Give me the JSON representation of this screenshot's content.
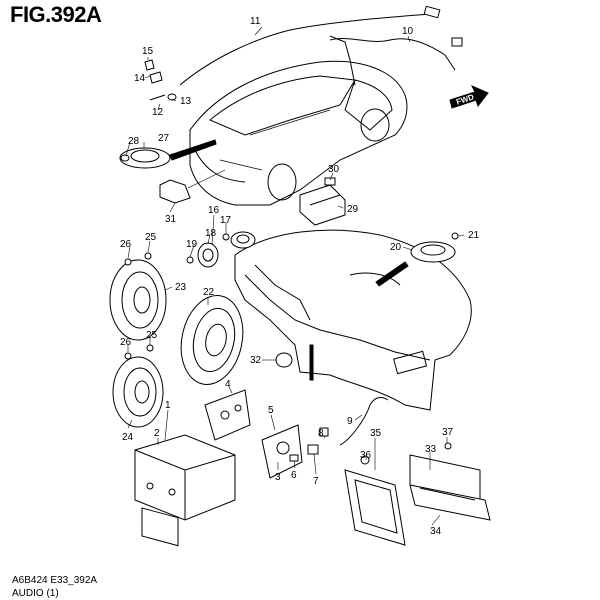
{
  "header": {
    "figure_title": "FIG.392A"
  },
  "footer": {
    "model_code": "A6B424 E33_392A",
    "subtitle": "AUDIO (1)"
  },
  "direction_badge": "FWD",
  "callouts": {
    "c1": "1",
    "c2": "2",
    "c3": "3",
    "c4": "4",
    "c5": "5",
    "c6": "6",
    "c7": "7",
    "c8": "8",
    "c9": "9",
    "c10": "10",
    "c11": "11",
    "c12": "12",
    "c13": "13",
    "c14": "14",
    "c15": "15",
    "c16": "16",
    "c17": "17",
    "c18": "18",
    "c19": "19",
    "c20": "20",
    "c21": "21",
    "c22": "22",
    "c23": "23",
    "c24": "24",
    "c25": "25",
    "c26": "26",
    "c27": "27",
    "c28": "28",
    "c29": "29",
    "c30": "30",
    "c31": "31",
    "c32": "32",
    "c33": "33",
    "c34": "34",
    "c35": "35",
    "c36": "36",
    "c37": "37"
  }
}
